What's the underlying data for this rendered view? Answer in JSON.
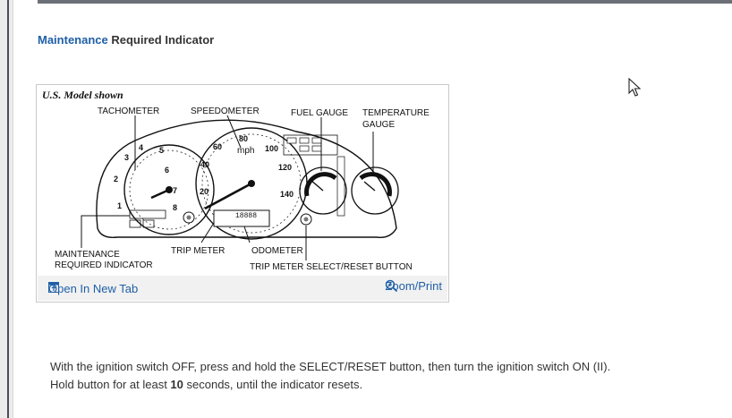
{
  "title": {
    "link": "Maintenance",
    "rest": "Required Indicator"
  },
  "figure": {
    "caption": "U.S. Model shown",
    "labels": {
      "tachometer": "TACHOMETER",
      "speedometer": "SPEEDOMETER",
      "fuel_gauge": "FUEL GAUGE",
      "temperature_1": "TEMPERATURE",
      "temperature_2": "GAUGE",
      "maintenance_1": "MAINTENANCE",
      "maintenance_2": "REQUIRED INDICATOR",
      "trip_meter": "TRIP METER",
      "odometer": "ODOMETER",
      "trip_reset": "TRIP METER SELECT/RESET BUTTON"
    },
    "tach_numbers": [
      "1",
      "2",
      "3",
      "4",
      "5",
      "6",
      "7",
      "8"
    ],
    "speed_numbers": [
      "20",
      "40",
      "60",
      "80",
      "100",
      "120",
      "140"
    ],
    "speed_unit": "mph",
    "odo_digits": "18888",
    "open_tab": "Open In New Tab",
    "zoom": "Zoom/Print"
  },
  "body": {
    "line1": "With the ignition switch OFF, press and hold the SELECT/RESET button, then turn the ignition switch ON (II).",
    "line2_pre": "Hold button for at least ",
    "line2_bold": "10",
    "line2_post": " seconds, until the indicator resets."
  }
}
